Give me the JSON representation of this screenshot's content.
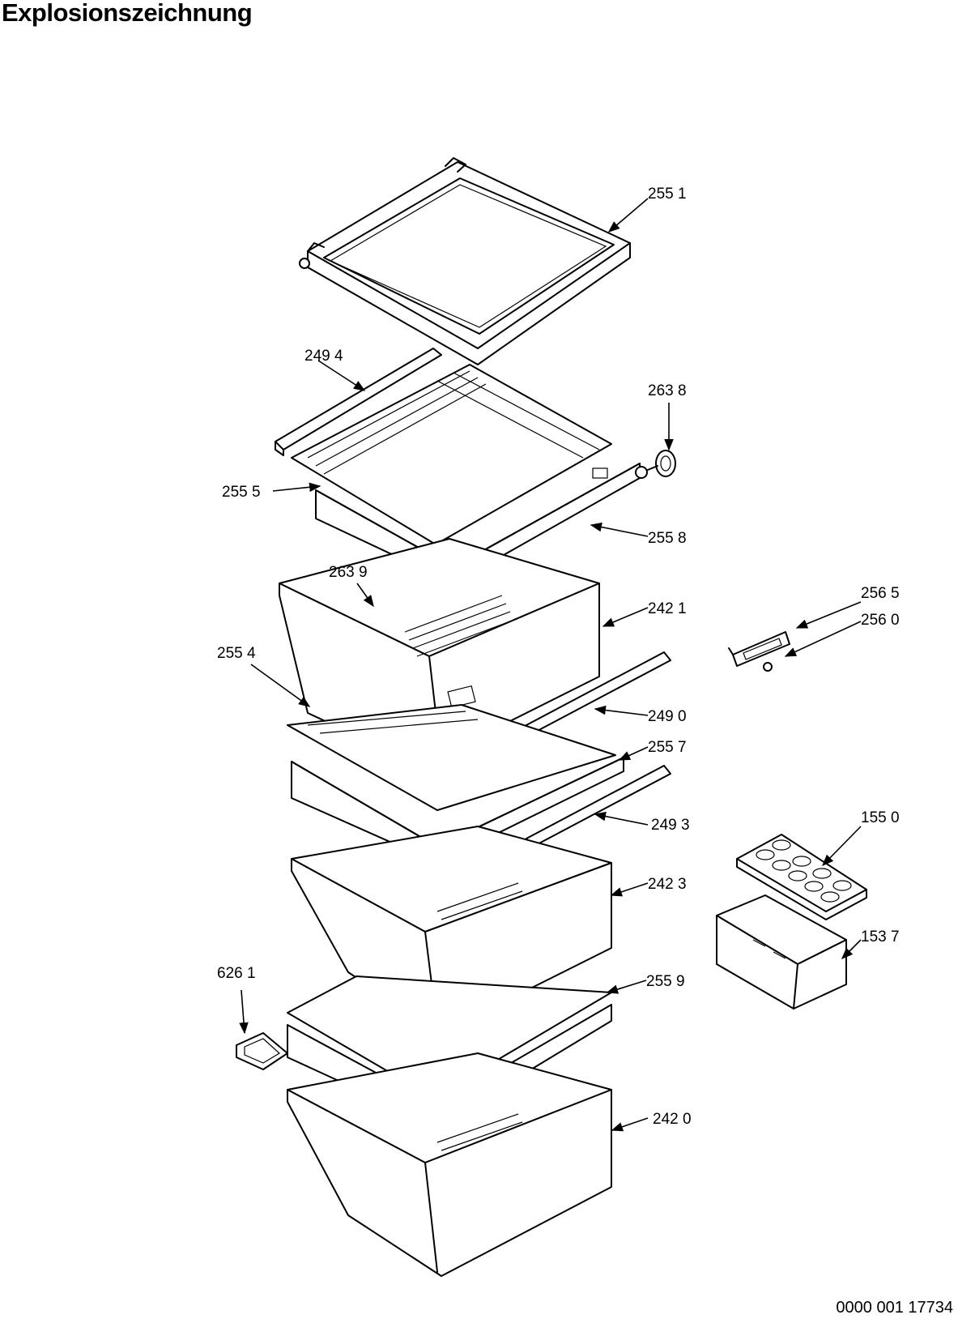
{
  "title": "Explosionszeichnung",
  "document_number": "0000 001 17734",
  "parts": [
    {
      "id": "p2551",
      "label": "255 1"
    },
    {
      "id": "p2494",
      "label": "249 4"
    },
    {
      "id": "p2638",
      "label": "263 8"
    },
    {
      "id": "p2555",
      "label": "255 5"
    },
    {
      "id": "p2558",
      "label": "255 8"
    },
    {
      "id": "p2639",
      "label": "263 9"
    },
    {
      "id": "p2565",
      "label": "256 5"
    },
    {
      "id": "p2560",
      "label": "256 0"
    },
    {
      "id": "p2421",
      "label": "242 1"
    },
    {
      "id": "p2554",
      "label": "255 4"
    },
    {
      "id": "p2490",
      "label": "249 0"
    },
    {
      "id": "p2557",
      "label": "255 7"
    },
    {
      "id": "p2493",
      "label": "249 3"
    },
    {
      "id": "p1550",
      "label": "155 0"
    },
    {
      "id": "p2423",
      "label": "242 3"
    },
    {
      "id": "p1537",
      "label": "153 7"
    },
    {
      "id": "p6261",
      "label": "626 1"
    },
    {
      "id": "p2559",
      "label": "255 9"
    },
    {
      "id": "p2420",
      "label": "242 0"
    }
  ]
}
